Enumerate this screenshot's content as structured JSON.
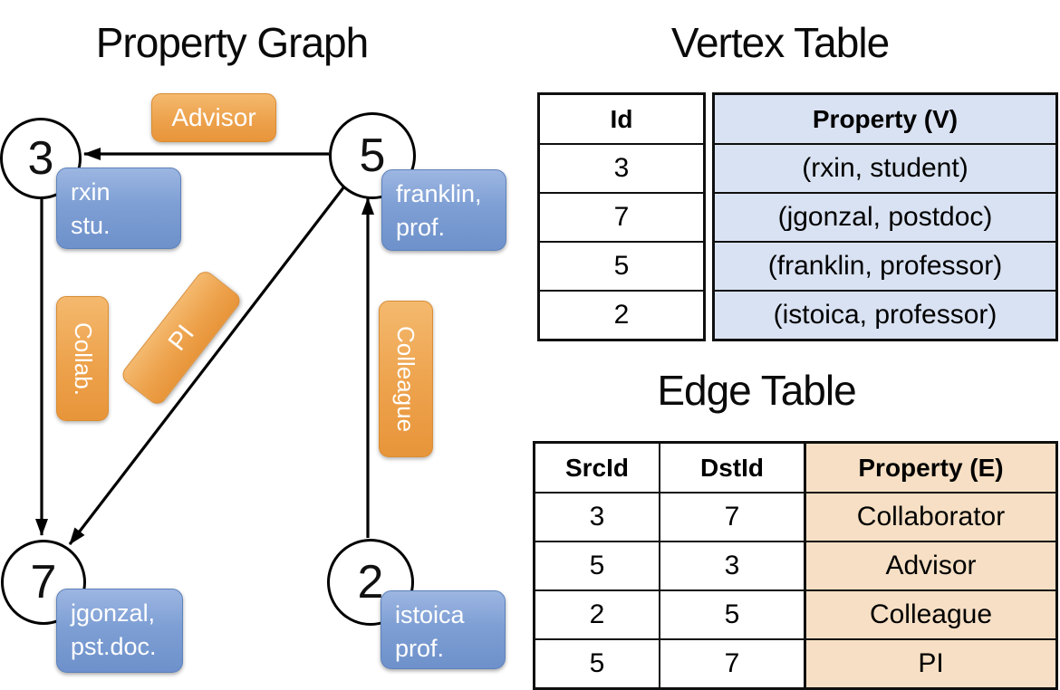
{
  "titles": {
    "graph": "Property Graph",
    "vertex_table": "Vertex Table",
    "edge_table": "Edge Table"
  },
  "graph": {
    "nodes": [
      {
        "id": "3",
        "property_lines": [
          "rxin",
          "stu."
        ]
      },
      {
        "id": "5",
        "property_lines": [
          "franklin,",
          "prof."
        ]
      },
      {
        "id": "7",
        "property_lines": [
          "jgonzal,",
          "pst.doc."
        ]
      },
      {
        "id": "2",
        "property_lines": [
          "istoica",
          "prof."
        ]
      }
    ],
    "edge_labels": [
      {
        "label": "Advisor",
        "from": "5",
        "to": "3"
      },
      {
        "label": "Collab.",
        "from": "3",
        "to": "7"
      },
      {
        "label": "PI",
        "from": "5",
        "to": "7"
      },
      {
        "label": "Colleague",
        "from": "2",
        "to": "5"
      }
    ]
  },
  "vertex_table": {
    "columns": [
      "Id",
      "Property (V)"
    ],
    "rows": [
      {
        "id": "3",
        "property": "(rxin, student)"
      },
      {
        "id": "7",
        "property": "(jgonzal, postdoc)"
      },
      {
        "id": "5",
        "property": "(franklin, professor)"
      },
      {
        "id": "2",
        "property": "(istoica, professor)"
      }
    ]
  },
  "edge_table": {
    "columns": [
      "SrcId",
      "DstId",
      "Property (E)"
    ],
    "rows": [
      {
        "src": "3",
        "dst": "7",
        "property": "Collaborator"
      },
      {
        "src": "5",
        "dst": "3",
        "property": "Advisor"
      },
      {
        "src": "2",
        "dst": "5",
        "property": "Colleague"
      },
      {
        "src": "5",
        "dst": "7",
        "property": "PI"
      }
    ]
  },
  "colors": {
    "edge_label_orange_top": "#f4b96e",
    "edge_label_orange_bottom": "#e8953a",
    "vertex_box_blue_top": "#9db6e2",
    "vertex_box_blue_bottom": "#6e91cb",
    "vertex_table_fill": "#d9e2f2",
    "edge_table_fill": "#f6dfc4",
    "line_color": "#000000"
  }
}
